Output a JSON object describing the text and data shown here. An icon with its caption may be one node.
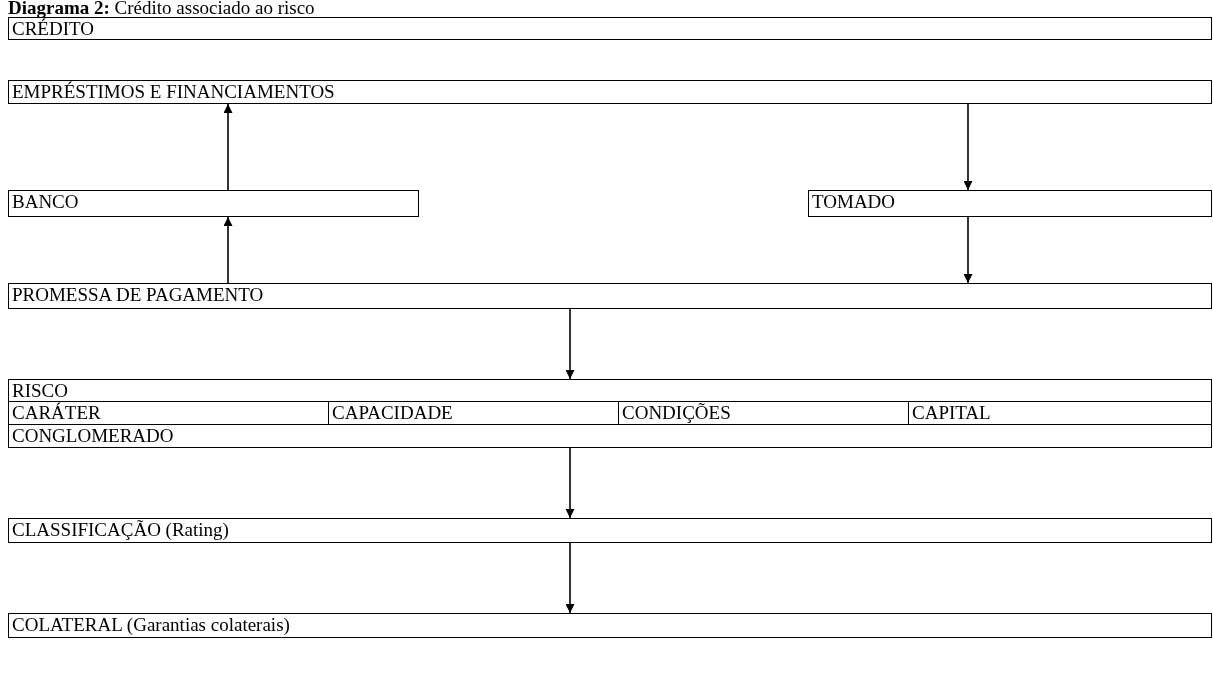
{
  "diagram": {
    "title": "**Diagrama 2:** Crédito associado ao risco",
    "nodes": [
      {
        "text": [
          "CRÉDITO"
        ]
      },
      {
        "text": [
          "EMPRÉSTIMOS E FINANCIAMENTOS"
        ]
      },
      {
        "text": [
          "BANCO"
        ]
      },
      {
        "text": [
          "TOMADO"
        ]
      },
      {
        "text": [
          "PROMESSA DE PAGAMENTO"
        ]
      },
      {
        "text": [
          "RISCO"
        ]
      },
      {
        "text": [
          "CARÁTER"
        ]
      },
      {
        "text": [
          "CAPACIDADE"
        ]
      },
      {
        "text": [
          "CONDIÇÕES"
        ]
      },
      {
        "text": [
          "CAPITAL"
        ]
      },
      {
        "text": [
          "CONGLOMERADO"
        ]
      },
      {
        "text": [
          "CLASSIFICAÇÃO (Rating)"
        ]
      },
      {
        "text": [
          "COLATERAL (Garantias colaterais)"
        ]
      }
    ],
    "edges": [
      {
        "from": 2,
        "to": 1,
        "arrow": "to"
      },
      {
        "from": 1,
        "to": 3,
        "arrow": "to"
      },
      {
        "from": 4,
        "to": 2,
        "arrow": "to"
      },
      {
        "from": 3,
        "to": 4,
        "arrow": "to"
      },
      {
        "from": 4,
        "to": 5,
        "arrow": "to"
      },
      {
        "from": 10,
        "to": 11,
        "arrow": "to"
      },
      {
        "from": 11,
        "to": 12,
        "arrow": "to"
      }
    ]
  }
}
